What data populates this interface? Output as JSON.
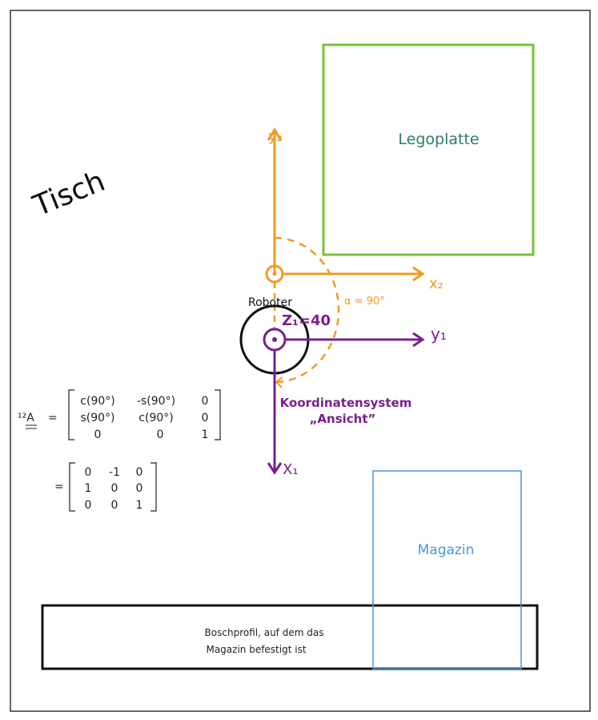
{
  "table_label": "Tisch",
  "lego_label": "Legoplatte",
  "robot_label": "Roboter",
  "z_label": "Z₁=40",
  "alpha_label": "α = 90°",
  "axes": {
    "y2": "y₂",
    "x2": "x₂",
    "y1": "y₁",
    "x1": "X₁"
  },
  "coord_label_1": "Koordinatensystem",
  "coord_label_2": "„Ansicht”",
  "matrix": {
    "lhs": "¹²A",
    "eq": "=",
    "symbolic": [
      [
        "c(90°)",
        "-s(90°)",
        "0"
      ],
      [
        "s(90°)",
        "c(90°)",
        "0"
      ],
      [
        "0",
        "0",
        "1"
      ]
    ],
    "numeric": [
      [
        "0",
        "-1",
        "0"
      ],
      [
        "1",
        "0",
        "0"
      ],
      [
        "0",
        "0",
        "1"
      ]
    ]
  },
  "magazin_label": "Magazin",
  "profile_label_1": "Boschprofil, auf dem das",
  "profile_label_2": "Magazin befestigt ist",
  "colors": {
    "orange": "#f29a22",
    "purple": "#7a1f8e",
    "green": "#78c13a",
    "teal": "#2a7d66",
    "blue": "#4a96d8"
  }
}
